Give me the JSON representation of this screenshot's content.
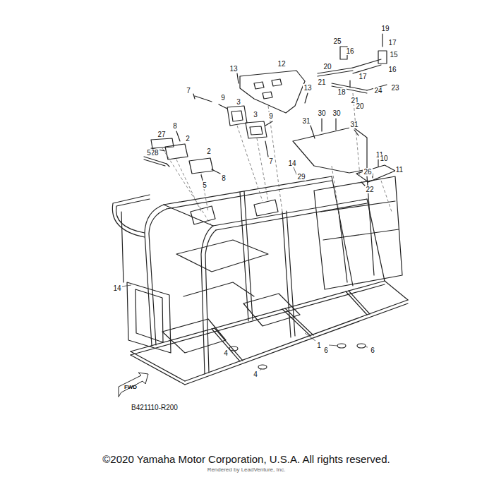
{
  "diagram": {
    "labels": [
      "27",
      "28",
      "7",
      "9",
      "3",
      "8",
      "2",
      "5",
      "2",
      "8",
      "5",
      "3",
      "9",
      "7",
      "13",
      "12",
      "13",
      "25",
      "16",
      "19",
      "17",
      "15",
      "16",
      "20",
      "17",
      "21",
      "18",
      "21",
      "24",
      "23",
      "20",
      "30",
      "30",
      "31",
      "31",
      "29",
      "11",
      "26",
      "11",
      "10",
      "22",
      "14",
      "14",
      "1",
      "6",
      "6",
      "4",
      "4",
      "FWD",
      "B421110-R200",
      "©2020 Yamaha Motor Corporation, U.S.A. All rights reserved.",
      "Rendered by LeadVenture, Inc."
    ]
  }
}
